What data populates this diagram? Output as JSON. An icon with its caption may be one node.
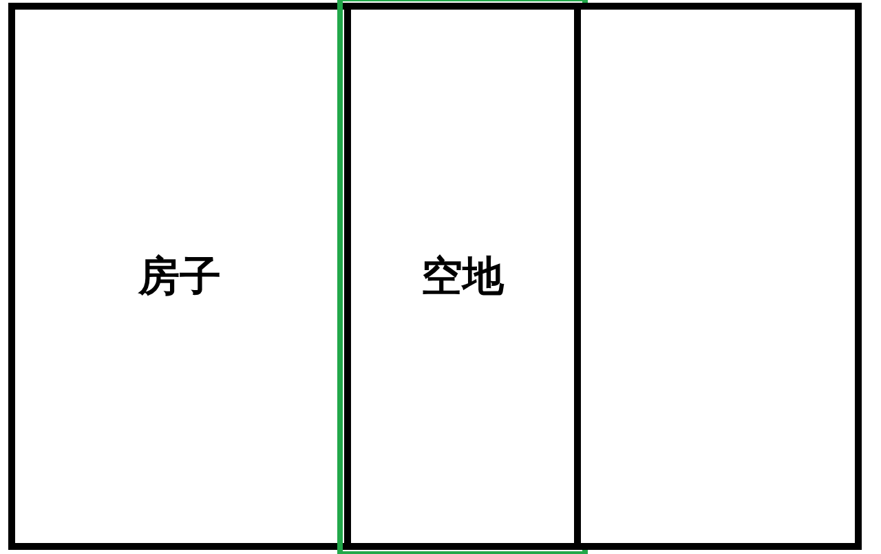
{
  "diagram": {
    "nodes": [
      {
        "text": [
          "房子"
        ]
      },
      {
        "text": [
          "空地"
        ]
      },
      {
        "text": [],
        "shape": "box"
      }
    ]
  }
}
